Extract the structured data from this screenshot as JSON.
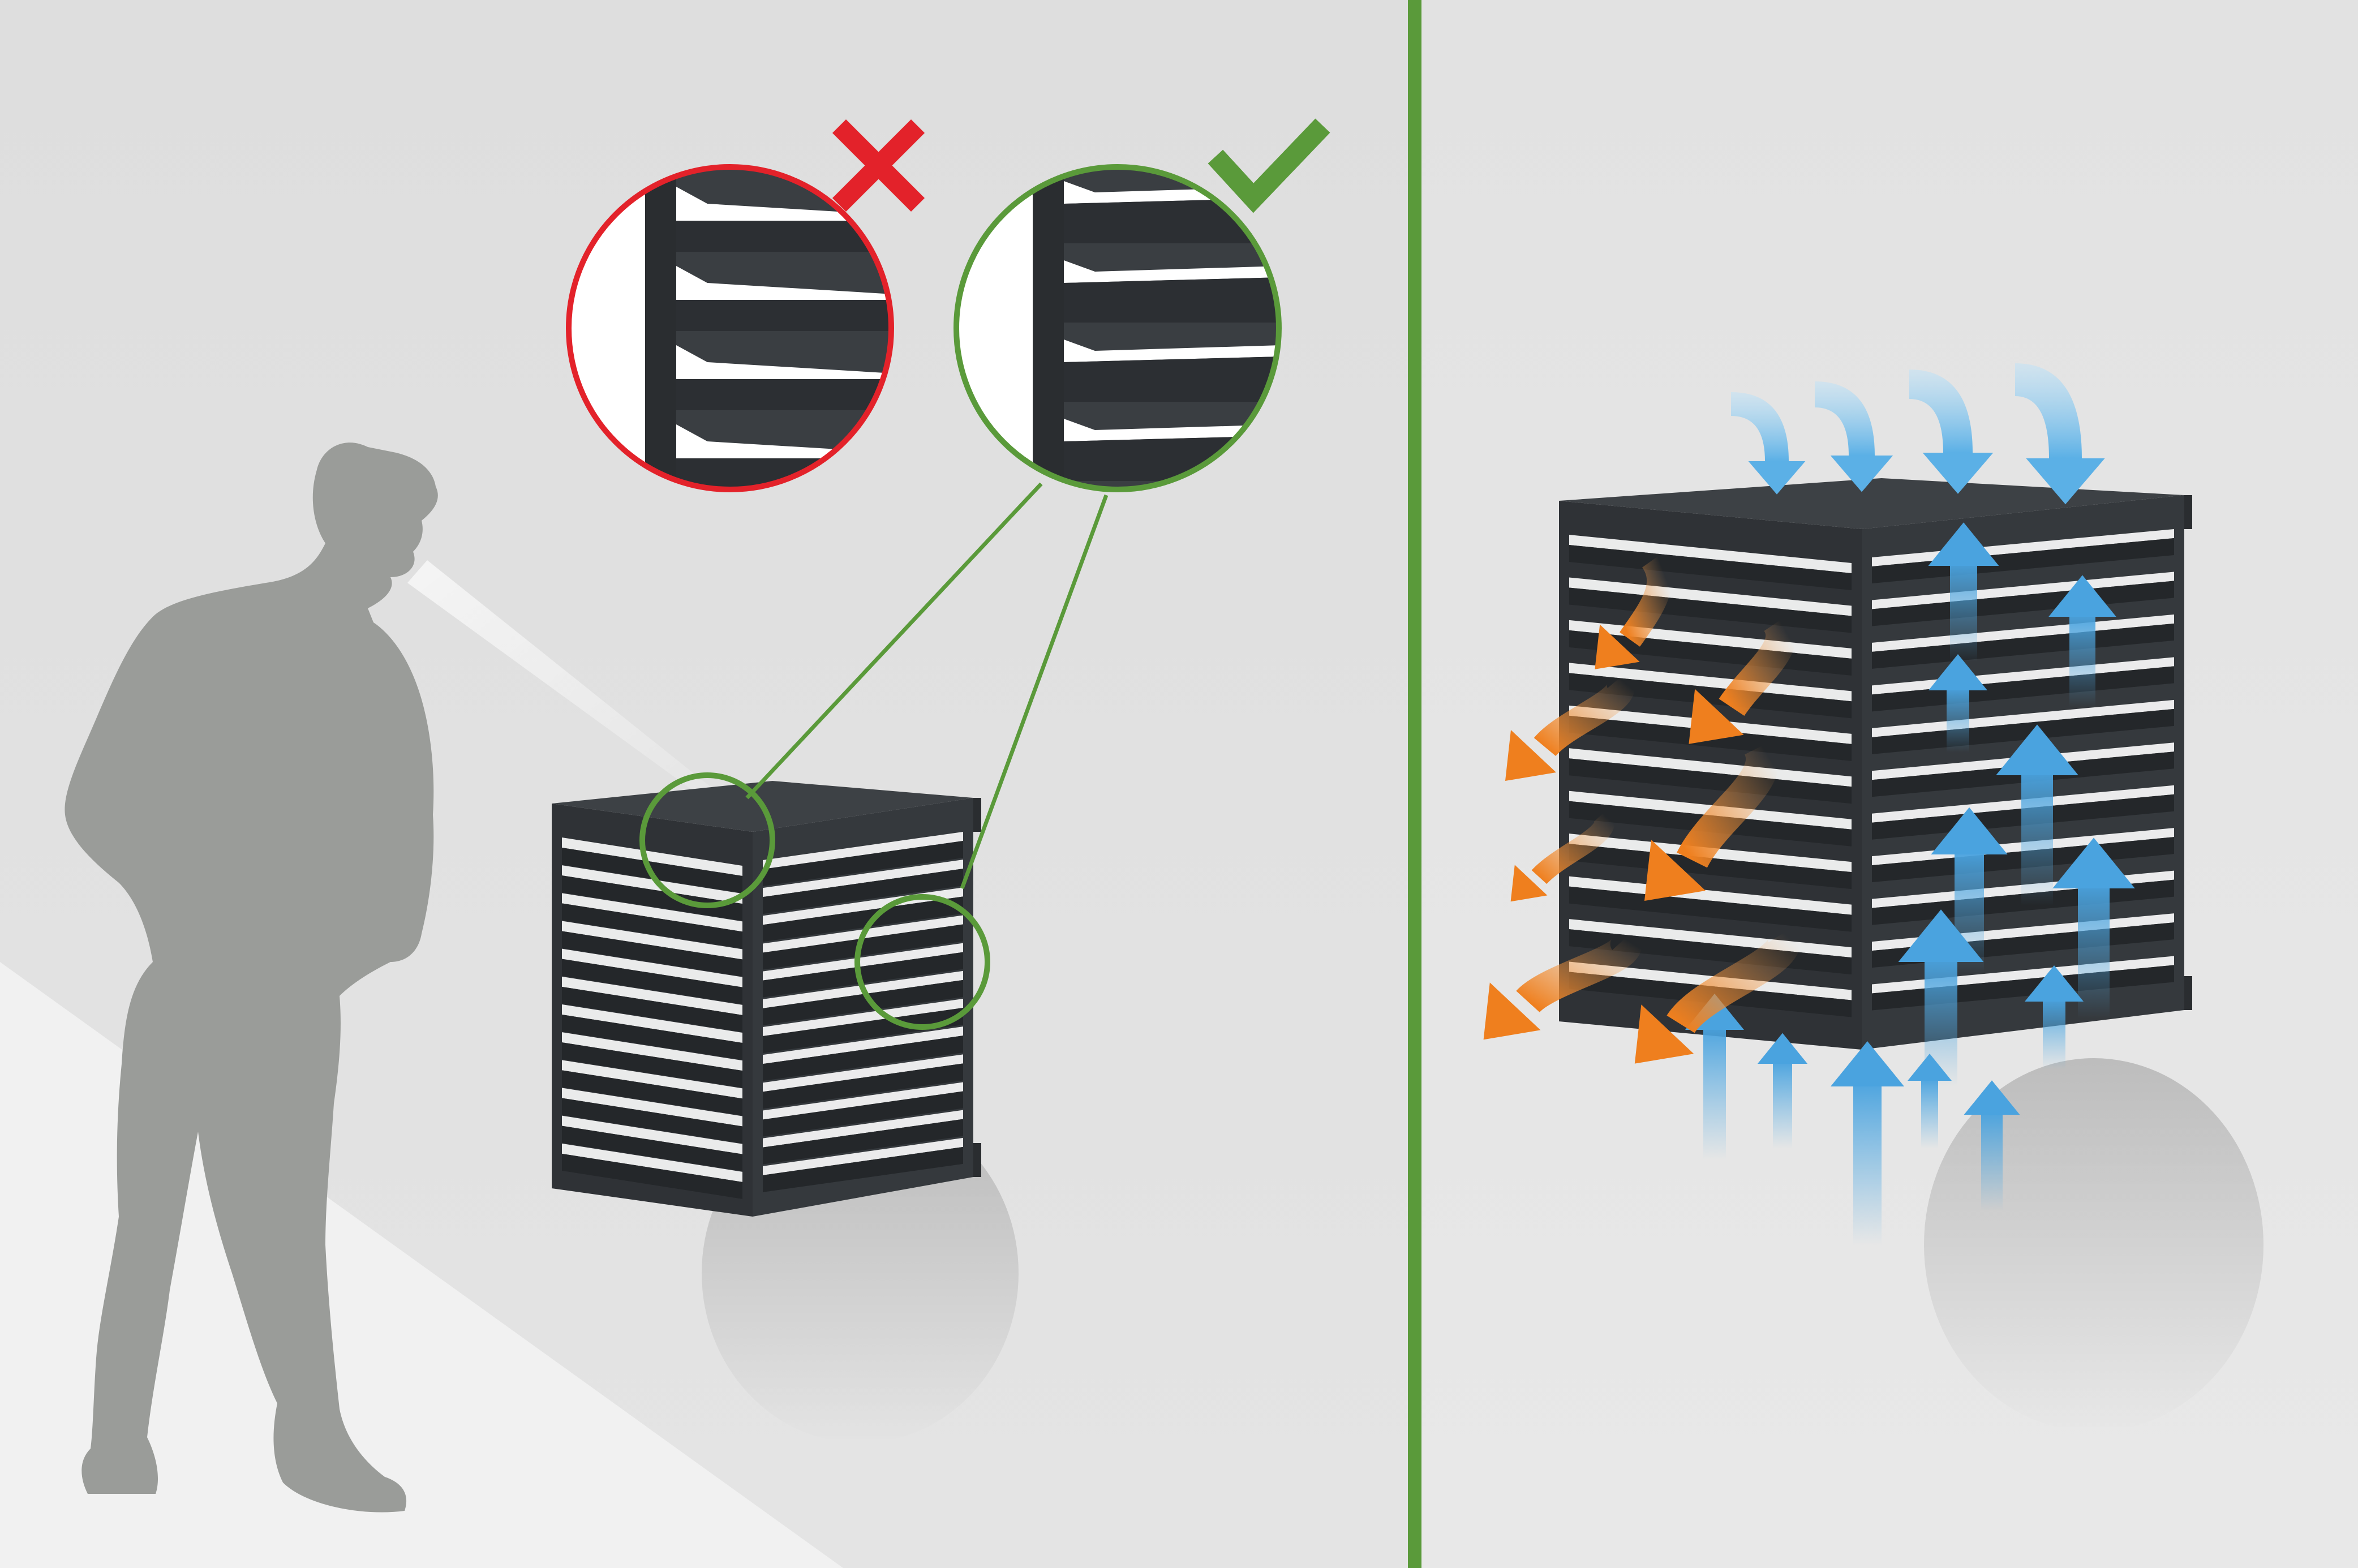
{
  "colors": {
    "divider": "#5a9a3a",
    "wrong_ring": "#e3222a",
    "right_ring": "#5a9a3a",
    "wrong_mark": "#e3222a",
    "right_mark": "#5a9a3a",
    "louver_panel": "#3a3e42",
    "louver_slat": "#2c2f33",
    "silhouette": "#9a9c99",
    "floor": "#ececec",
    "cool_air": "#5bb0e6",
    "warm_air": "#f08a2a"
  },
  "left_scene": {
    "callouts": [
      {
        "verdict": "wrong",
        "icon": "cross-icon"
      },
      {
        "verdict": "correct",
        "icon": "checkmark-icon"
      }
    ],
    "figure": "person-silhouette",
    "unit": "louvered-ac-cover"
  },
  "right_scene": {
    "unit": "louvered-ac-cover",
    "airflow": [
      {
        "kind": "cool-intake",
        "icon": "blue-arrow-icon"
      },
      {
        "kind": "warm-exhaust",
        "icon": "orange-arrow-icon"
      }
    ]
  }
}
